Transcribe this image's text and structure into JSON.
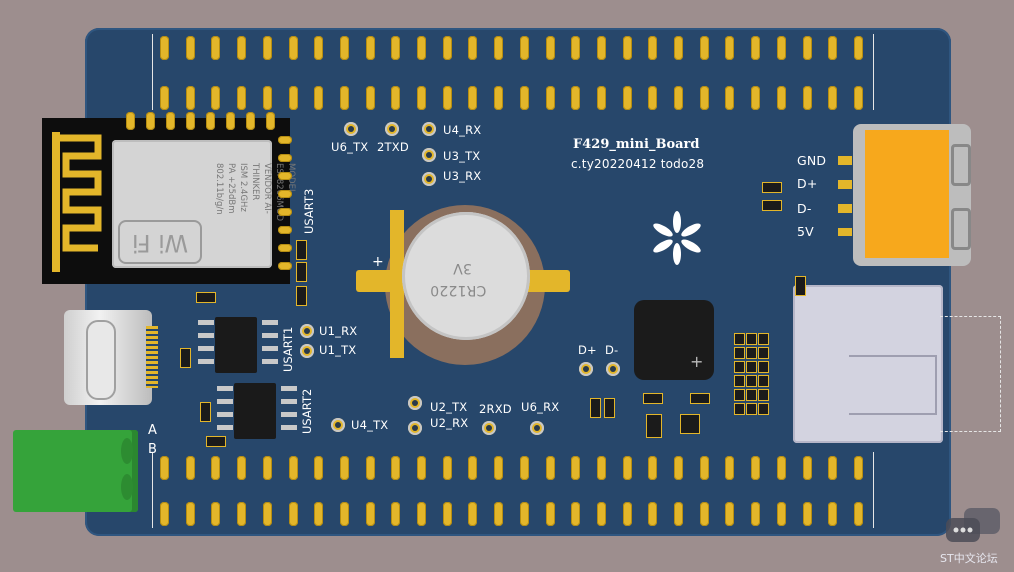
{
  "board": {
    "title": "F429_mini_Board",
    "subtitle": "c.ty20220412  todo28",
    "colors": {
      "pcb": "#27476b",
      "pad": "#e3b62a",
      "background": "#9d8e8e"
    }
  },
  "wifi_module": {
    "brand_text": "Wi Fi",
    "lines": [
      "MODEL  ESP8266MOD",
      "VENDOR  AI-THINKER",
      "ISM  2.4GHz",
      "PA  +25dBm",
      "802.11b/g/n"
    ]
  },
  "battery": {
    "label": "CR1220",
    "voltage": "3V",
    "plus": "+"
  },
  "usb_c_pins": [
    "GND",
    "D+",
    "D-",
    "5V"
  ],
  "terminal": {
    "a": "A",
    "b": "B"
  },
  "silkscreen": {
    "u6_tx": "U6_TX",
    "txd2": "2TXD",
    "u4_rx_top": "U4_RX",
    "u3_tx": "U3_TX",
    "u3_rx": "U3_RX",
    "usart3": "USART3",
    "usart1": "USART1",
    "usart2": "USART2",
    "u1_rx": "U1_RX",
    "u1_tx": "U1_TX",
    "u4_tx": "U4_TX",
    "u2_tx": "U2_TX",
    "u2_rx": "U2_RX",
    "rxd2": "2RXD",
    "u6_rx": "U6_RX",
    "dp": "D+",
    "dm": "D-",
    "buzzer_plus": "+"
  },
  "watermark": {
    "text": "ST中文论坛"
  }
}
